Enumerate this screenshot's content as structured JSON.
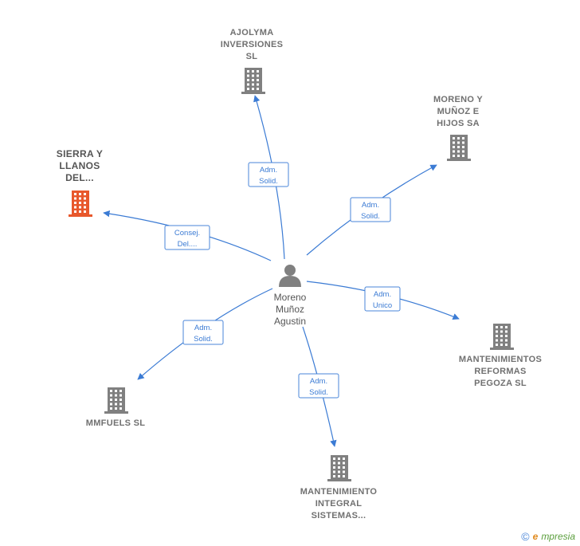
{
  "center": {
    "name_lines": [
      "Moreno",
      "Muñoz",
      "Agustin"
    ],
    "icon": "person-icon"
  },
  "companies": [
    {
      "id": "ajolyma",
      "lines": [
        "AJOLYMA",
        "INVERSIONES",
        "SL"
      ],
      "role_lines": [
        "Adm.",
        "Solid."
      ],
      "highlight": false
    },
    {
      "id": "moreno-munoz-hijos",
      "lines": [
        "MORENO Y",
        "MUÑOZ E",
        "HIJOS SA"
      ],
      "role_lines": [
        "Adm.",
        "Solid."
      ],
      "highlight": false
    },
    {
      "id": "sierra-llanos",
      "lines": [
        "SIERRA Y",
        "LLANOS",
        "DEL..."
      ],
      "role_lines": [
        "Consej.",
        "Del...."
      ],
      "highlight": true
    },
    {
      "id": "mantenimientos-reformas",
      "lines": [
        "MANTENIMIENTOS",
        "REFORMAS",
        "PEGOZA  SL"
      ],
      "role_lines": [
        "Adm.",
        "Unico"
      ],
      "highlight": false
    },
    {
      "id": "mmfuels",
      "lines": [
        "MMFUELS  SL"
      ],
      "role_lines": [
        "Adm.",
        "Solid."
      ],
      "highlight": false
    },
    {
      "id": "mantenimiento-integral",
      "lines": [
        "MANTENIMIENTO",
        "INTEGRAL",
        "SISTEMAS..."
      ],
      "role_lines": [
        "Adm.",
        "Solid."
      ],
      "highlight": false
    }
  ],
  "colors": {
    "edge": "#3b7bd4",
    "building": "#808080",
    "building_highlight": "#e8582c",
    "person": "#808080"
  },
  "footer": {
    "copyright": "©",
    "brand_initial": "e",
    "brand_rest": "mpresia"
  }
}
